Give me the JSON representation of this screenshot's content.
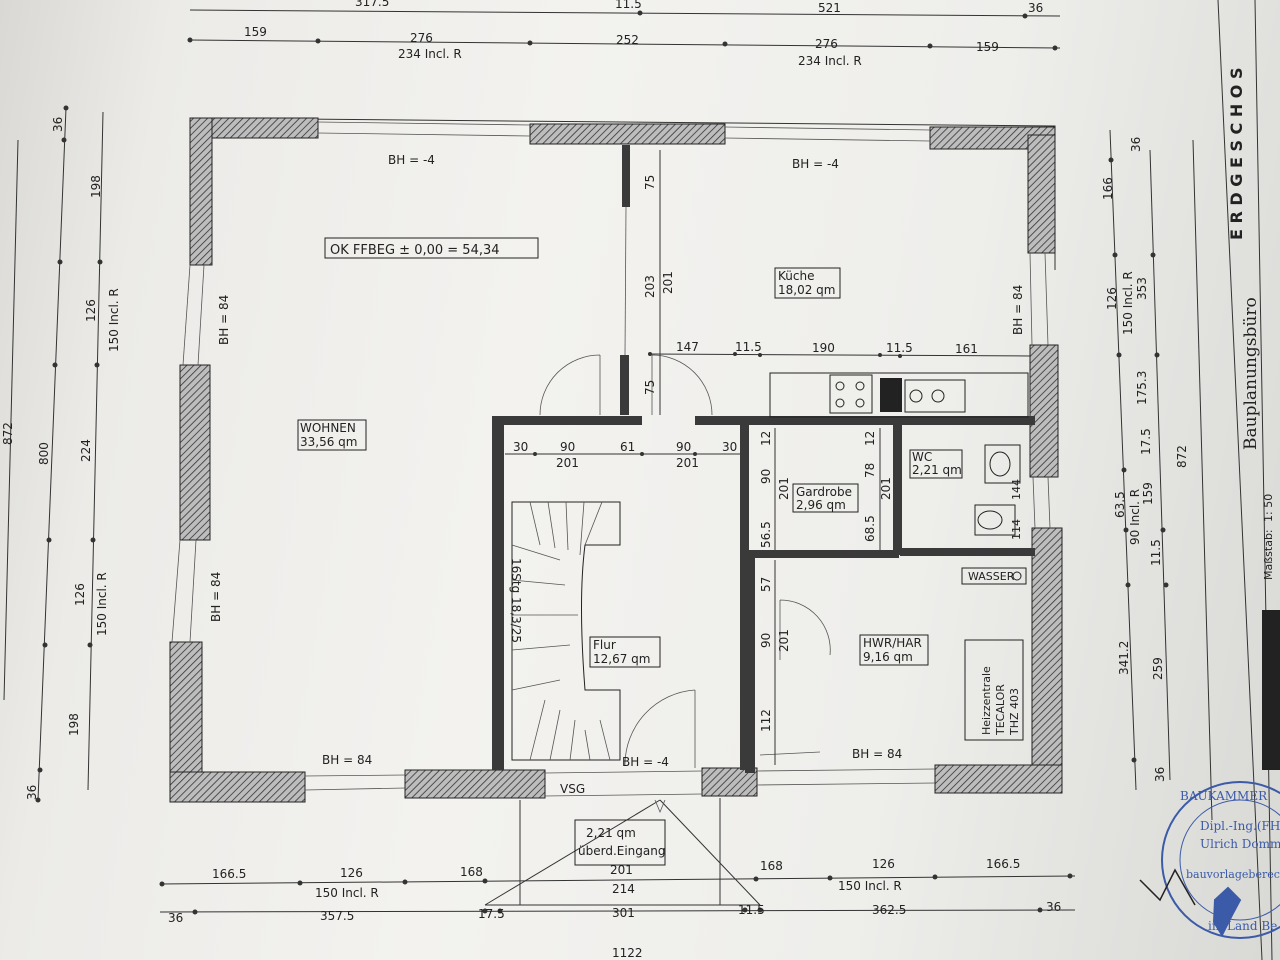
{
  "level_label": "OK FFBEG ± 0,00 = 54,34",
  "rooms": {
    "wohnen": {
      "name": "WOHNEN",
      "area": "33,56 qm"
    },
    "kueche": {
      "name": "Küche",
      "area": "18,02 qm"
    },
    "wc": {
      "name": "WC",
      "area": "2,21 qm"
    },
    "garderobe": {
      "name": "Gardrobe",
      "area": "2,96 qm"
    },
    "flur": {
      "name": "Flur",
      "area": "12,67 qm"
    },
    "hwr": {
      "name": "HWR/HAR",
      "area": "9,16 qm"
    },
    "eingang": {
      "name": "überd.Eingang",
      "area": "2,21 qm"
    }
  },
  "labels": {
    "bh_top_left": "BH = -4",
    "bh_top_right": "BH = -4",
    "bh_left_upper": "BH = 84",
    "bh_left_lower": "BH = 84",
    "bh_right": "BH = 84",
    "bh_bottom_left": "BH = 84",
    "bh_bottom_mid": "BH = -4",
    "bh_bottom_right": "BH = 84",
    "stairs": "16Stg 18,3/25",
    "vsg": "VSG",
    "wasser": "WASSER",
    "heating_1": "Heizzentrale",
    "heating_2": "TECALOR",
    "heating_3": "THZ 403"
  },
  "dims_top": {
    "row1": [
      "159",
      "276",
      "252",
      "276",
      "159"
    ],
    "row2": [
      "234 Incl. R",
      "234 Incl. R"
    ],
    "row0": [
      "317.5",
      "11.5",
      "521",
      "36"
    ]
  },
  "dims_bottom": {
    "row1": [
      "166.5",
      "126",
      "168",
      "201",
      "168",
      "126",
      "166.5"
    ],
    "row2": [
      "150 Incl. R",
      "214",
      "150 Incl. R"
    ],
    "row3": [
      "36",
      "357.5",
      "17.5",
      "301",
      "11.5",
      "362.5",
      "36"
    ],
    "total": "1122"
  },
  "dims_left": {
    "outer": [
      "36",
      "198",
      "126",
      "224",
      "126",
      "198",
      "36"
    ],
    "incl": [
      "150 Incl. R",
      "150 Incl. R"
    ],
    "total": "800",
    "edge": "872"
  },
  "dims_right": {
    "inner": [
      "36",
      "166",
      "126",
      "175.3",
      "17.5",
      "63.5",
      "11.5",
      "259",
      "36"
    ],
    "incl": [
      "150 Incl. R",
      "90 Incl. R"
    ],
    "mid": [
      "353",
      "159",
      "341.2"
    ],
    "total": "872"
  },
  "dims_interior": {
    "kitchen_row": [
      "147",
      "11.5",
      "190",
      "11.5",
      "161"
    ],
    "flur_row1": [
      "30",
      "90",
      "61",
      "90",
      "30"
    ],
    "flur_row2": [
      "201",
      "201"
    ],
    "wall_v": [
      "75",
      "203",
      "201",
      "75"
    ],
    "gard": [
      "12",
      "90",
      "201",
      "56.5",
      "12",
      "78",
      "201",
      "68.5"
    ],
    "hwr": [
      "57",
      "90",
      "201",
      "112"
    ],
    "wc": [
      "144",
      "114"
    ]
  },
  "title_block": {
    "company": "Bauplanungsbüro",
    "floor": "E R D G E S C H O S",
    "scale_label": "Maßstab:",
    "scale": "1: 50"
  },
  "stamp": {
    "line1": "BAUKAMMER",
    "line2": "Dipl.-Ing.(FH)",
    "line3": "Ulrich Dommas",
    "line4": "bauvorlageberech",
    "line5": "im Land Be"
  }
}
